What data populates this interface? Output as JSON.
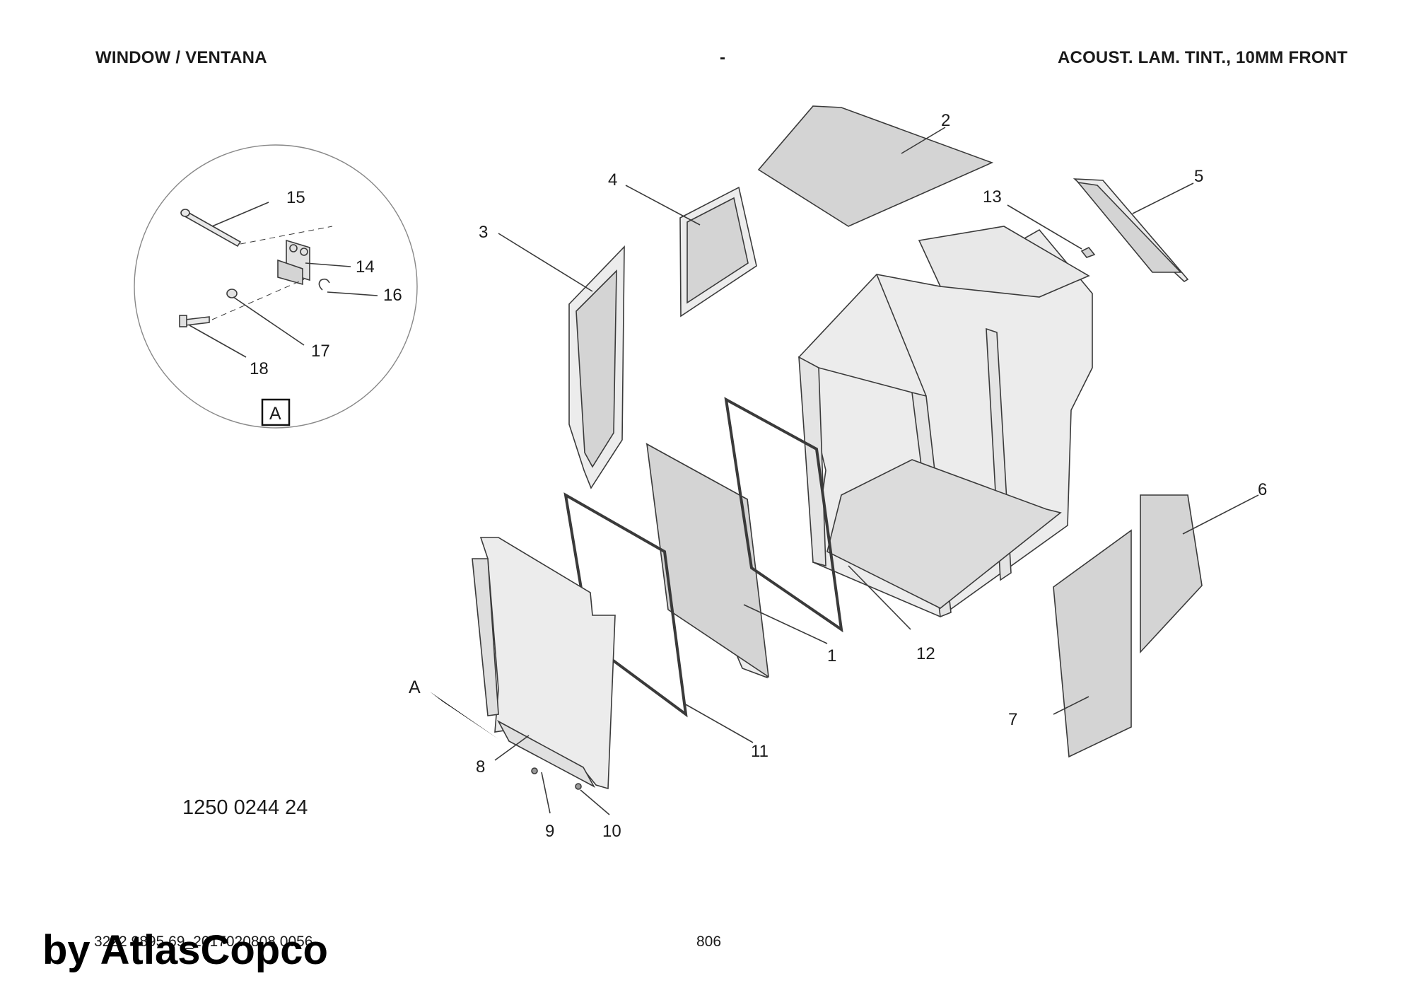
{
  "header": {
    "left": "WINDOW / VENTANA",
    "center": "-",
    "right": "ACOUST. LAM. TINT., 10MM FRONT"
  },
  "drawing": {
    "detail_label": "A",
    "pointer_label": "A",
    "part_numbers": [
      "1",
      "2",
      "3",
      "4",
      "5",
      "6",
      "7",
      "8",
      "9",
      "10",
      "11",
      "12",
      "13",
      "14",
      "15",
      "16",
      "17",
      "18"
    ],
    "drawing_number": "1250 0244 24"
  },
  "footer": {
    "code": "3222 9895 69_2017020808 0056",
    "page_number": "806"
  },
  "watermark": "by AtlasCopco",
  "colors": {
    "panel_fill": "#d4d4d4",
    "frame_fill": "#ececec",
    "line": "#3a3a3a"
  }
}
